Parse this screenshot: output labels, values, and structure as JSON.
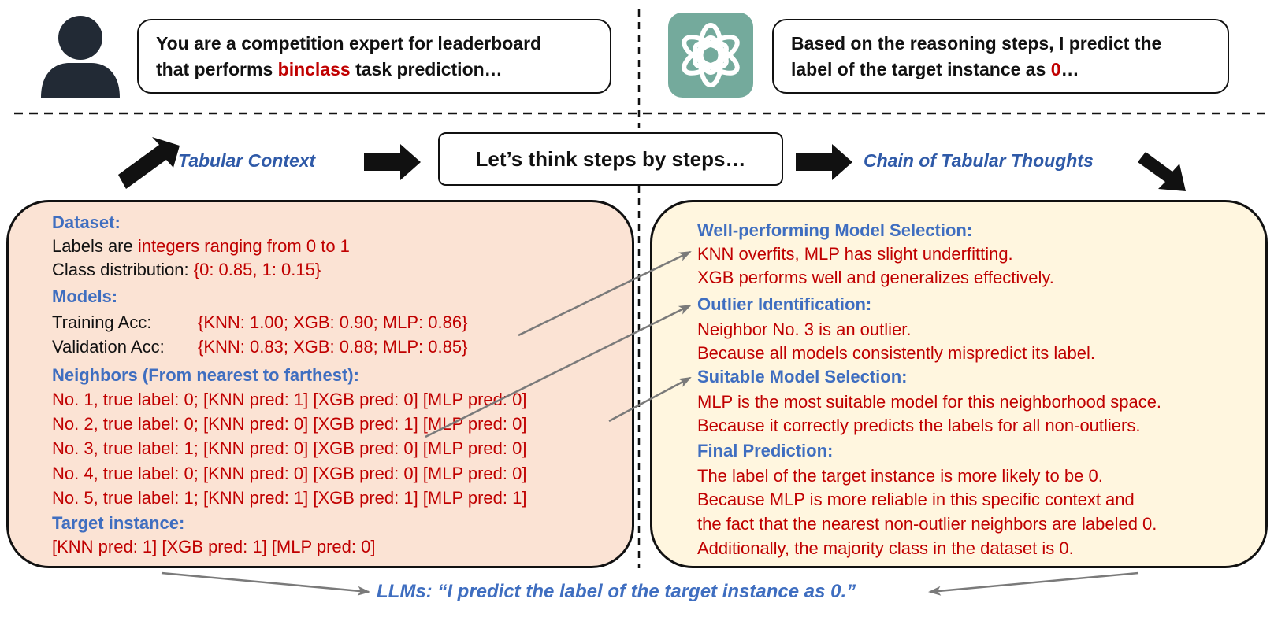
{
  "user_prompt": {
    "line1": "You are a competition expert for leaderboard",
    "line2_before": "that performs ",
    "line2_highlight": "binclass",
    "line2_after": " task prediction…"
  },
  "llm_response": {
    "line1": "Based on the reasoning steps, I predict the",
    "line2_before": "label of the target instance as ",
    "line2_highlight": "0",
    "line2_after": "…"
  },
  "flow": {
    "tabular_context": "Tabular Context",
    "think_prompt": "Let’s think steps by steps…",
    "chain_label": "Chain of Tabular Thoughts"
  },
  "left_panel": {
    "dataset_header": "Dataset:",
    "labels_before": "Labels are ",
    "labels_value": "integers ranging from 0 to 1",
    "class_dist_label": "Class distribution: ",
    "class_dist_value": "{0: 0.85, 1: 0.15}",
    "models_header": "Models:",
    "training_label": "Training Acc:",
    "training_value": "{KNN: 1.00; XGB: 0.90; MLP: 0.86}",
    "validation_label": "Validation Acc:",
    "validation_value": "{KNN: 0.83; XGB: 0.88; MLP: 0.85}",
    "neighbors_header": "Neighbors (From nearest to farthest):",
    "neighbors": [
      {
        "main": "No. 1, true label: 0; [KNN pred: 1] [XGB pred: 0] ",
        "mlp": "[MLP pred: 0]"
      },
      {
        "main": "No. 2, true label: 0; [KNN pred: 0] [XGB pred: 1] ",
        "mlp": "[MLP pred: 0]"
      },
      {
        "main": "No. 3, true label: 1; [KNN pred: 0] [XGB pred: 0] ",
        "mlp": "[MLP pred: 0]"
      },
      {
        "main": "No. 4, true label: 0; [KNN pred: 0] [XGB pred: 0] ",
        "mlp": "[MLP pred: 0]"
      },
      {
        "main": "No. 5, true label: 1; [KNN pred: 1] [XGB pred: 1] ",
        "mlp": "[MLP pred: 1]"
      }
    ],
    "target_header": "Target instance:",
    "target_value": "[KNN pred: 1] [XGB pred: 1] [MLP pred: 0]"
  },
  "right_panel": {
    "sections": [
      {
        "header": "Well-performing Model Selection:",
        "lines": [
          "KNN overfits, MLP has slight underfitting.",
          "XGB performs well and generalizes effectively."
        ]
      },
      {
        "header": "Outlier Identification:",
        "lines": [
          "Neighbor No. 3 is an outlier.",
          "Because all models consistently mispredict its label."
        ]
      },
      {
        "header": "Suitable Model Selection:",
        "lines": [
          "MLP is the most suitable model for this neighborhood space.",
          "Because it correctly predicts the labels for all non-outliers."
        ]
      },
      {
        "header": "Final Prediction:",
        "lines": [
          "The label of the target instance is more likely to be 0.",
          "Because MLP is more reliable in this specific context and",
          "the fact that the nearest non-outlier neighbors are labeled 0.",
          "Additionally, the majority class in the dataset is 0."
        ]
      }
    ]
  },
  "conclusion": "LLMs: “I predict the label of the target instance as 0.”",
  "colors": {
    "accent_red": "#c00000",
    "header_blue": "#3f6ec0",
    "left_panel_bg": "#fbe3d4",
    "right_panel_bg": "#fff6df",
    "gpt_green": "#74aa9c"
  },
  "icons": [
    "user-icon",
    "openai-logo-icon"
  ]
}
